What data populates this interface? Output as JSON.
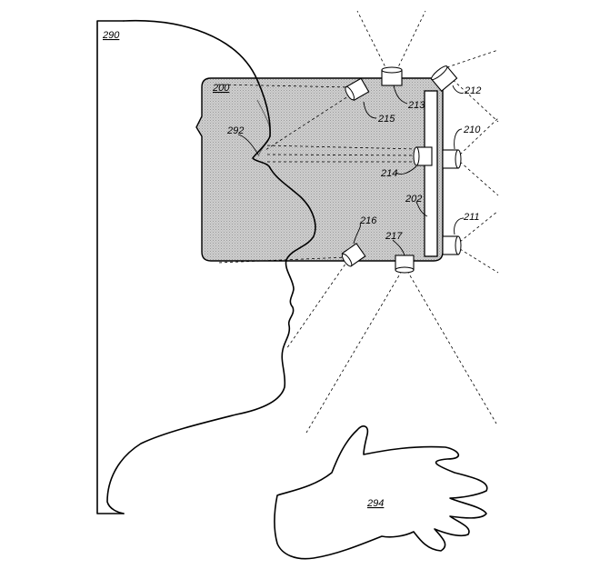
{
  "figure": {
    "labels": {
      "user": "290",
      "hmd": "200",
      "eye": "292",
      "display": "202",
      "camera_210": "210",
      "camera_211": "211",
      "camera_212": "212",
      "camera_213": "213",
      "camera_214": "214",
      "camera_215": "215",
      "camera_216": "216",
      "camera_217": "217",
      "hand": "294"
    },
    "colors": {
      "housing_fill": "#c4c4c4",
      "ink": "#000000",
      "background": "#ffffff"
    }
  }
}
